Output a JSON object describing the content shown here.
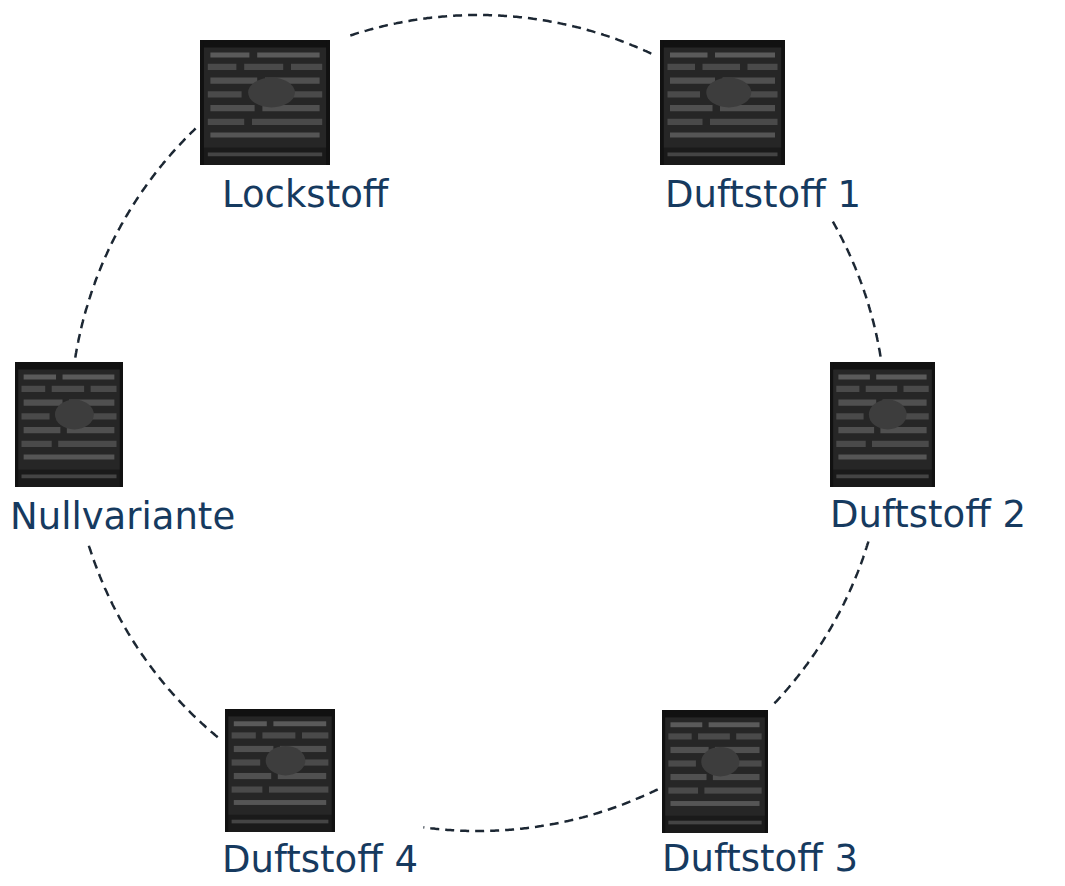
{
  "diagram": {
    "nodes": [
      {
        "text": [
          "Lockstoff"
        ]
      },
      {
        "text": [
          "Duftstoff 1"
        ]
      },
      {
        "text": [
          "Nullvariante"
        ]
      },
      {
        "text": [
          "Duftstoff 2"
        ]
      },
      {
        "text": [
          "Duftstoff 4"
        ]
      },
      {
        "text": [
          "Duftstoff 3"
        ]
      }
    ],
    "edges": [
      {
        "from": 0,
        "to": 1,
        "arrow": "none"
      },
      {
        "from": 1,
        "to": 3,
        "arrow": "none"
      },
      {
        "from": 3,
        "to": 5,
        "arrow": "none"
      },
      {
        "from": 5,
        "to": 4,
        "arrow": "none"
      },
      {
        "from": 4,
        "to": 2,
        "arrow": "none"
      },
      {
        "from": 2,
        "to": 0,
        "arrow": "none"
      }
    ]
  }
}
